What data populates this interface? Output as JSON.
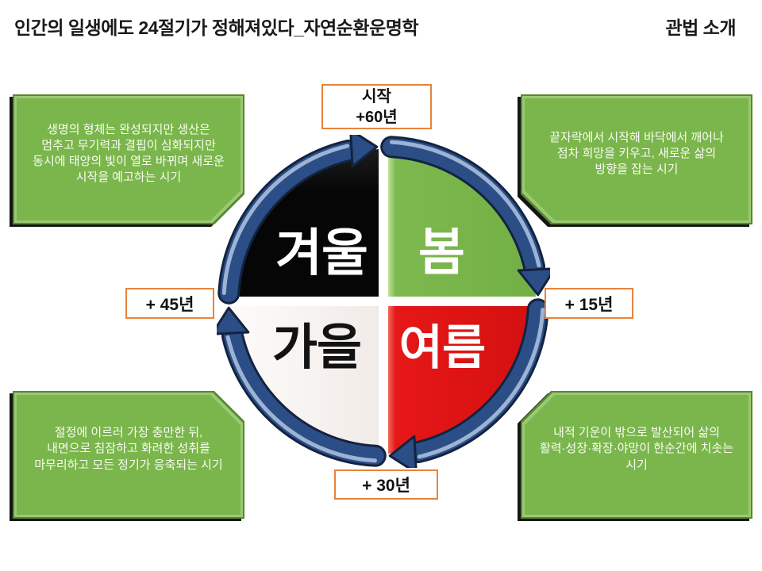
{
  "slide": {
    "title": "인간의 일생에도 24절기가 정해져있다_자연순환운명학",
    "corner_label": "관법 소개"
  },
  "cycle": {
    "start_label": "시작\n+60년",
    "labels": {
      "right": "+ 15년",
      "bottom": "+ 30년",
      "left": "+ 45년"
    },
    "seasons": {
      "winter": {
        "name": "겨울",
        "color": "#070707",
        "text_color": "#ffffff"
      },
      "spring": {
        "name": "봄",
        "color": "#7cb84e",
        "text_color": "#ffffff"
      },
      "summer": {
        "name": "여름",
        "color": "#e51414",
        "text_color": "#ffffff"
      },
      "autumn": {
        "name": "가을",
        "color": "#f6f1ee",
        "text_color": "#121212"
      }
    },
    "ring_color": "#2b4e87",
    "rotation": "clockwise"
  },
  "notes": {
    "top_left": "생명의 형체는 완성되지만 생산은\n멈추고 무기력과 결핍이 심화되지만\n동시에 태양의 빛이 열로 바뀌며 새로운\n시작을 예고하는 시기",
    "top_right": "끝자락에서 시작해 바닥에서 깨어나\n점차 희망을 키우고, 새로운 삶의\n방향을 잡는 시기",
    "bottom_left": "절정에 이르러 가장 충만한 뒤,\n내면으로 침잠하고 화려한 성취를\n마무리하고 모든 정기가 응축되는 시기",
    "bottom_right": "내적 기운이 밖으로 발산되어 삶의\n활력·성장·확장·야망이 한순간에 치솟는\n시기",
    "box_color": "#7ab64b",
    "tag_border_color": "#e8833c"
  }
}
